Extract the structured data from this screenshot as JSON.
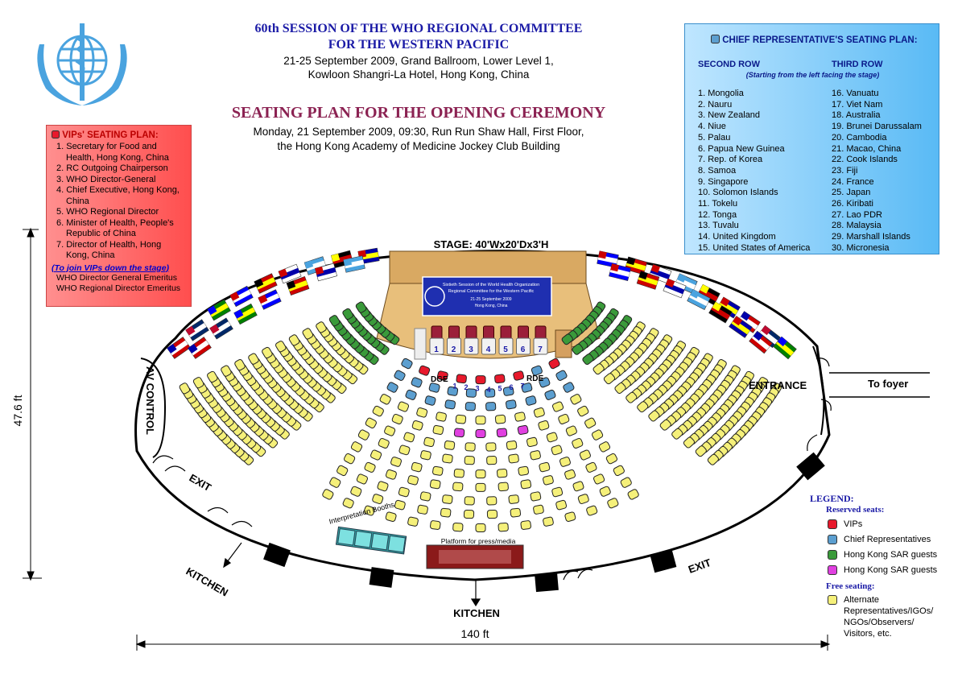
{
  "header": {
    "title_line1": "60th SESSION OF THE WHO REGIONAL COMMITTEE",
    "title_line2": "FOR THE WESTERN PACIFIC",
    "venue_line1": "21-25 September 2009, Grand Ballroom, Lower Level 1,",
    "venue_line2": "Kowloon Shangri-La Hotel, Hong Kong, China",
    "plan_title": "SEATING PLAN FOR THE OPENING CEREMONY",
    "plan_line1": "Monday, 21 September 2009, 09:30, Run Run Shaw Hall, First Floor,",
    "plan_line2": "the Hong Kong Academy of Medicine Jockey Club Building"
  },
  "vip_plan": {
    "heading": "VIPs' SEATING PLAN:",
    "items": [
      "1.  Secretary for Food and Health, Hong Kong, China",
      "2.  RC Outgoing Chairperson",
      "3.  WHO Director-General",
      "4.  Chief Executive, Hong Kong, China",
      "5.  WHO Regional Director",
      "6.  Minister of Health, People's Republic of China",
      "7.  Director of Health, Hong Kong, China"
    ],
    "join_note": "(To join VIPs down the stage)",
    "emeritus1": "WHO Director General Emeritus",
    "emeritus2": "WHO Regional Director Emeritus"
  },
  "chief_plan": {
    "heading": "CHIEF REPRESENTATIVE'S SEATING PLAN:",
    "second_row_label": "SECOND ROW",
    "third_row_label": "THIRD ROW",
    "note": "(Starting from the left facing the stage)",
    "second_row": [
      "1.  Mongolia",
      "2.  Nauru",
      "3.  New Zealand",
      "4.  Niue",
      "5.  Palau",
      "6.  Papua New Guinea",
      "7.  Rep. of Korea",
      "8.  Samoa",
      "9.  Singapore",
      "10. Solomon Islands",
      "11. Tokelu",
      "12. Tonga",
      "13. Tuvalu",
      "14. United Kingdom",
      "15. United States of America"
    ],
    "third_row": [
      "16. Vanuatu",
      "17. Viet Nam",
      "18. Australia",
      "19. Brunei Darussalam",
      "20. Cambodia",
      "21. Macao, China",
      "22. Cook Islands",
      "23. Fiji",
      "24. France",
      "25. Japan",
      "26. Kiribati",
      "27. Lao PDR",
      "28. Malaysia",
      "29. Marshall Islands",
      "30. Micronesia"
    ]
  },
  "floor": {
    "stage_label": "STAGE: 40'Wx20'Dx3'H",
    "banner_line1": "Sixtieth Session of the World Health Organization",
    "banner_line2": "Regional Committee for the Western Pacific",
    "banner_line3": "21-25 September 2009",
    "banner_line4": "Hong Kong, China",
    "stage_seats": [
      "1",
      "2",
      "3",
      "4",
      "5",
      "6",
      "7"
    ],
    "vip_row_numbers": [
      "1",
      "2",
      "3",
      "4",
      "5",
      "6",
      "7"
    ],
    "dge": "DGE",
    "rde": "RDE",
    "av_control": "AV CONTROL",
    "entrance": "ENTRANCE",
    "to_foyer": "To foyer",
    "exit_left": "EXIT",
    "exit_right": "EXIT",
    "kitchen_left": "KITCHEN",
    "kitchen_bottom": "KITCHEN",
    "interpretation": "Interpretation Booths",
    "platform": "Platform for press/media",
    "width_label": "140 ft",
    "height_label": "47.6 ft"
  },
  "legend": {
    "title": "LEGEND:",
    "reserved": "Reserved seats:",
    "free": "Free seating:",
    "items": [
      {
        "label": "VIPs",
        "color": "#e8192c"
      },
      {
        "label": "Chief Representatives",
        "color": "#5c9fd0"
      },
      {
        "label": "Hong Kong SAR guests",
        "color": "#3a9a3a"
      },
      {
        "label": "Hong Kong SAR guests",
        "color": "#e040e0"
      }
    ],
    "free_item": {
      "label": "Alternate Representatives/IGOs/ NGOs/Observers/ Visitors, etc.",
      "color": "#f5f07a"
    }
  }
}
